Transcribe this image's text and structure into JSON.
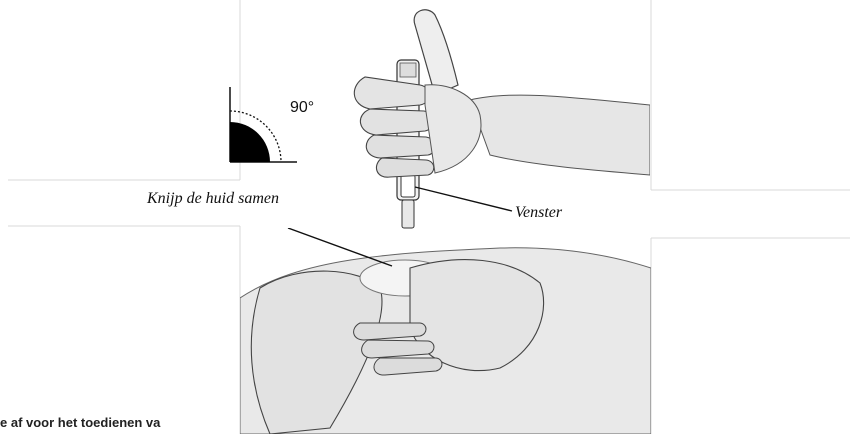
{
  "angle": {
    "label": "90°"
  },
  "callouts": {
    "pinch_skin": "Knijp de huid samen",
    "window": "Venster"
  },
  "caption_fragment": "e af voor het toedienen va",
  "colors": {
    "line": "#dddddd",
    "ink": "#222222",
    "skin_shade": "#d9d9d9",
    "highlight": "#f2f2f2"
  }
}
